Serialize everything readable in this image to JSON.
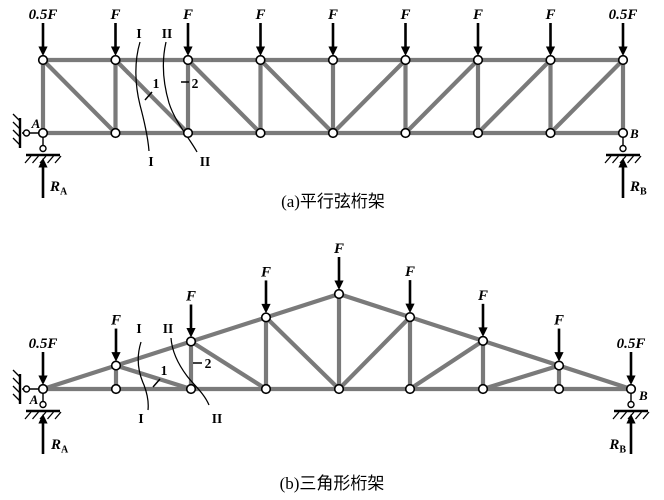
{
  "colors": {
    "member": "#7a7a7a",
    "ink": "#000000",
    "node_fill": "#ffffff",
    "background": "#ffffff"
  },
  "truss_a": {
    "caption": "(a)平行弦桁架",
    "loads": [
      "0.5F",
      "F",
      "F",
      "F",
      "F",
      "F",
      "F",
      "F",
      "0.5F"
    ],
    "joints": {
      "left": "A",
      "right": "B"
    },
    "reactions": {
      "left": {
        "symbol": "R",
        "subscript": "A"
      },
      "right": {
        "symbol": "R",
        "subscript": "B"
      }
    },
    "sections": {
      "one": "I",
      "two": "II"
    },
    "member_labels": {
      "diagonal": "1",
      "vertical": "2"
    }
  },
  "truss_b": {
    "caption": "(b)三角形桁架",
    "loads": [
      "0.5F",
      "F",
      "F",
      "F",
      "F",
      "F",
      "F",
      "F",
      "0.5F"
    ],
    "joints": {
      "left": "A",
      "right": "B"
    },
    "reactions": {
      "left": {
        "symbol": "R",
        "subscript": "A"
      },
      "right": {
        "symbol": "R",
        "subscript": "B"
      }
    },
    "sections": {
      "one": "I",
      "two": "II"
    },
    "member_labels": {
      "diagonal": "1",
      "vertical": "2"
    }
  }
}
